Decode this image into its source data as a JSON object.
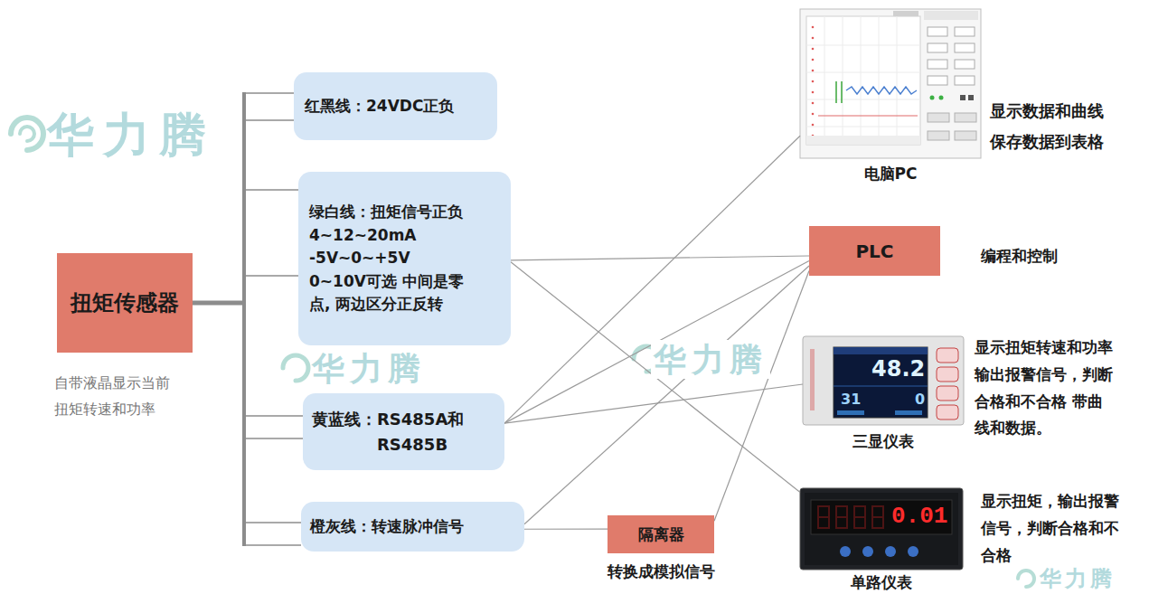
{
  "diagram": {
    "nodes": [
      {
        "text": [
          "扭矩传感器",
          "自带液晶显示当前 扭矩转速和功率"
        ]
      },
      {
        "text": [
          "红黑线：24VDC正负"
        ]
      },
      {
        "text": [
          "绿白线：扭矩信号正负 4~12~20mA -5V~0~+5V 0~10V可选 中间是零点, 两边区分正反转"
        ]
      },
      {
        "text": [
          "黄蓝线：RS485A和 RS485B"
        ]
      },
      {
        "text": [
          "橙灰线：转速脉冲信号"
        ]
      },
      {
        "text": [
          "隔离器",
          "转换成模拟信号"
        ]
      },
      {
        "text": [
          "电脑PC",
          "显示数据和曲线 保存数据到表格"
        ]
      },
      {
        "text": [
          "PLC",
          "编程和控制"
        ]
      },
      {
        "text": [
          "三显仪表",
          "显示扭矩转速和功率 输出报警信号，判断合格和不合格 带曲线和数据。"
        ]
      },
      {
        "text": [
          "单路仪表",
          "显示扭矩，输出报警信号，判断合格和不合格"
        ]
      }
    ],
    "edges": [
      {
        "from": 2,
        "to": 7,
        "arrow": "none"
      },
      {
        "from": 2,
        "to": 9,
        "arrow": "none"
      },
      {
        "from": 3,
        "to": 6,
        "arrow": "none"
      },
      {
        "from": 3,
        "to": 7,
        "arrow": "none"
      },
      {
        "from": 3,
        "to": 8,
        "arrow": "none"
      },
      {
        "from": 4,
        "to": 5,
        "arrow": "none"
      },
      {
        "from": 4,
        "to": 7,
        "arrow": "none"
      },
      {
        "from": 5,
        "to": 7,
        "arrow": "none"
      }
    ],
    "labels": [
      "华力腾",
      "华力腾",
      "华力腾",
      "华力腾",
      "48.2",
      "31",
      "0",
      "0.01"
    ]
  }
}
